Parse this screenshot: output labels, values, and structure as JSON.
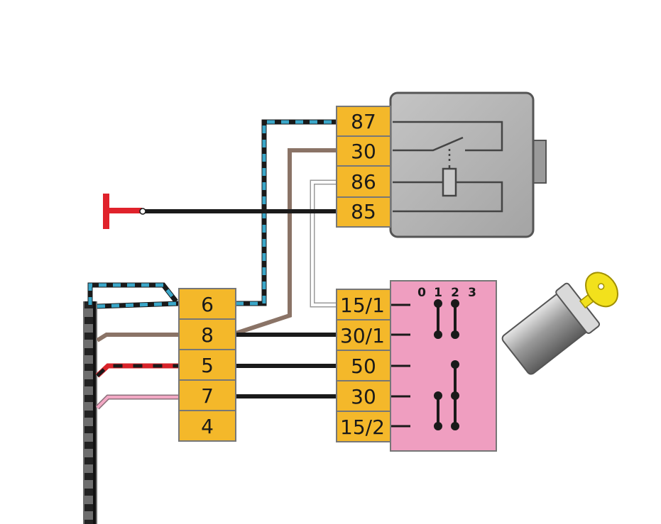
{
  "relay": {
    "pins": [
      "87",
      "30",
      "86",
      "85"
    ]
  },
  "connector": {
    "pins": [
      "6",
      "8",
      "5",
      "7",
      "4"
    ]
  },
  "ignition_switch": {
    "terminals": [
      "15/1",
      "30/1",
      "50",
      "30",
      "15/2"
    ],
    "positions": [
      "0",
      "1",
      "2",
      "3"
    ]
  },
  "colors": {
    "terminal_fill": "#f4b82a",
    "relay_body": "#b3b3b3",
    "switch_body": "#ef9ec0",
    "ground": "#e0222b",
    "wire_black": "#1a1a1a",
    "wire_blue": "#3aa7c9",
    "wire_brown": "#8a7366",
    "wire_red": "#d8232a",
    "wire_pink": "#f2a8c4",
    "key": "#f2e11c"
  },
  "icons": [
    "ground-symbol-icon",
    "relay-switch-icon",
    "relay-coil-icon",
    "ignition-key-icon"
  ]
}
